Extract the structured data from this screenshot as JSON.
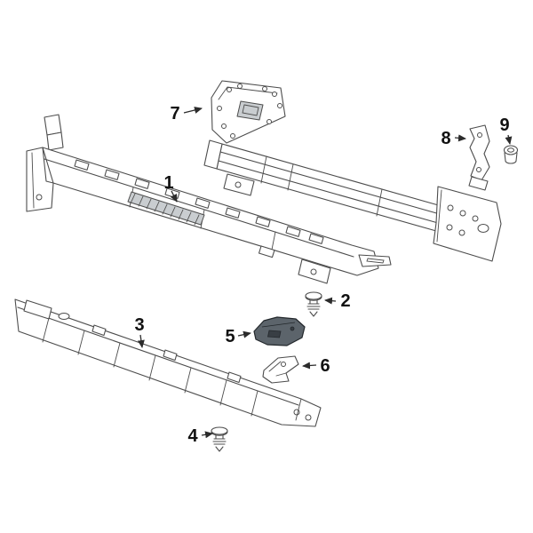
{
  "diagram": {
    "labels": {
      "part1": "1",
      "part2": "2",
      "part3": "3",
      "part4": "4",
      "part5": "5",
      "part6": "6",
      "part7": "7",
      "part8": "8",
      "part9": "9"
    },
    "colors": {
      "background": "#ffffff",
      "line": "#4d4d4d",
      "label": "#111111",
      "highlight_fill": "#5c646b",
      "highlight_detail": "#383e44"
    }
  }
}
